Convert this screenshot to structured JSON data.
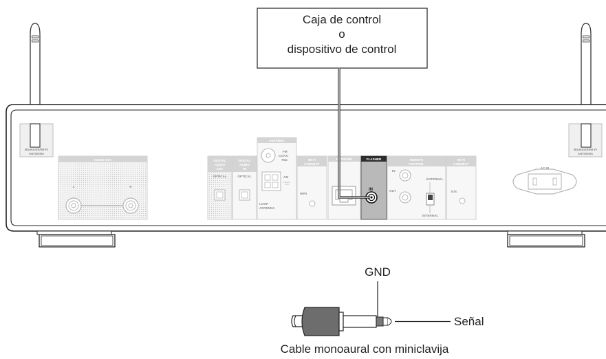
{
  "callout": {
    "line1": "Caja de control",
    "line2": "o",
    "line3": "dispositivo de control"
  },
  "panel": {
    "antenna_label_1": "Bluetooth/Wi-Fi",
    "antenna_label_2": "ANTENNA",
    "audio_out": "AUDIO OUT",
    "l": "L",
    "r": "R",
    "digital_out_1": "DIGITAL",
    "digital_out_2": "AUDIO",
    "digital_out_3": "OUT",
    "optical": "OPTICAL",
    "digital_in_1": "DIGITAL",
    "digital_in_2": "AUDIO",
    "digital_in_3": "IN",
    "antenna": "ANTENNA",
    "fm_1": "FM",
    "fm_2": "COAX.",
    "fm_3": "75Ω",
    "am": "AM",
    "loop_1": "LOOP",
    "loop_2": "ANTENNA",
    "wifi_connect_1": "Wi-Fi",
    "wifi_connect_2": "CONNECT",
    "wps": "WPS",
    "network": "NETWORK",
    "flasher": "FLASHER",
    "flasher_in": "IN",
    "remote_1": "REMOTE",
    "remote_2": "CONTROL",
    "remote_in": "IN",
    "remote_out": "OUT",
    "external": "EXTERNAL",
    "internal": "INTERNAL",
    "ios": "iOS",
    "ac_in": "AC IN"
  },
  "plug_labels": {
    "gnd": "GND",
    "signal": "Señal",
    "cable": "Cable monoaural con miniclavija"
  }
}
